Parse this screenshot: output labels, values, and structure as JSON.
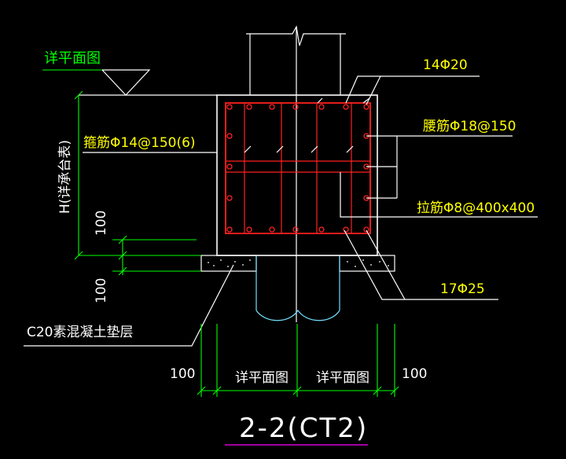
{
  "drawing": {
    "title": "2-2(CT2)",
    "elevation_label": "详平面图",
    "height_label": "H(详承台表)",
    "dim_left_1": "100",
    "dim_left_2": "100",
    "dim_bottom_left": "100",
    "dim_bottom_right": "100",
    "dim_bottom_mid_left": "详平面图",
    "dim_bottom_mid_right": "详平面图",
    "callout_top_bars": "14Φ20",
    "callout_stirrup": "箍筋Φ14@150(6)",
    "callout_side_bars": "腰筋Φ18@150",
    "callout_tie_bars": "拉筋Φ8@400x400",
    "callout_bottom_bars": "17Φ25",
    "callout_cushion": "C20素混凝土垫层"
  },
  "colors": {
    "background": "#000000",
    "outline": "#ffffff",
    "rebar": "#ff2020",
    "dimension": "#00ff00",
    "text": "#ffff00",
    "pile": "#70e0ff",
    "title_underline": "#ff00ff"
  }
}
